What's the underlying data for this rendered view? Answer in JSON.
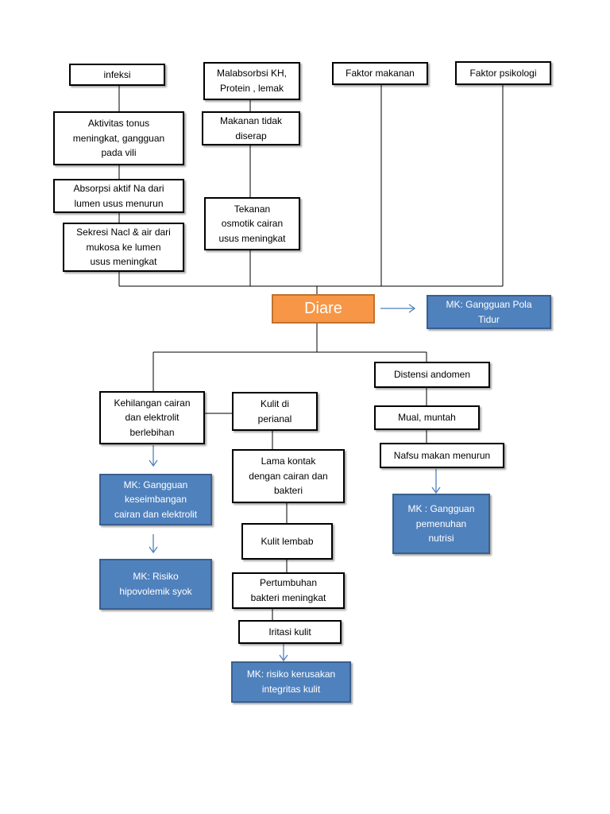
{
  "nodes": {
    "infeksi": "infeksi",
    "malabsorbsi": "Malabsorbsi KH,\nProtein , lemak",
    "faktor_makanan": "Faktor makanan",
    "faktor_psikologi": "Faktor psikologi",
    "aktivitas_tonus": "Aktivitas tonus\nmeningkat, gangguan\npada vili",
    "makanan_tidak_diserap": "Makanan tidak\ndiserap",
    "absorpsi_aktif": "Absorpsi aktif Na dari\nlumen usus menurun",
    "tekanan_osmotik": "Tekanan\nosmotik cairan\nusus meningkat",
    "sekresi_nacl": "Sekresi Nacl & air dari\nmukosa ke lumen\nusus meningkat",
    "diare": "Diare",
    "mk_pola_tidur": "MK: Gangguan Pola\nTidur",
    "kehilangan_cairan": "Kehilangan cairan\ndan elektrolit\nberlebihan",
    "kulit_perianal": "Kulit di\nperianal",
    "distensi": "Distensi andomen",
    "mual_muntah": "Mual, muntah",
    "nafsu_makan": "Nafsu makan menurun",
    "lama_kontak": "Lama kontak\ndengan cairan dan\nbakteri",
    "mk_keseimbangan": "MK: Gangguan\nkeseimbangan\ncairan dan elektrolit",
    "mk_nutrisi": "MK : Gangguan\npemenuhan\nnutrisi",
    "kulit_lembab": "Kulit lembab",
    "mk_hipovolemik": "MK: Risiko\nhipovolemik syok",
    "pertumbuhan_bakteri": "Pertumbuhan\nbakteri meningkat",
    "iritasi_kulit": "Iritasi kulit",
    "mk_integritas": "MK: risiko kerusakan\nintegritas kulit"
  },
  "colors": {
    "center": "#f79646",
    "diagnosis": "#4f81bd",
    "arrow": "#4f81bd"
  }
}
